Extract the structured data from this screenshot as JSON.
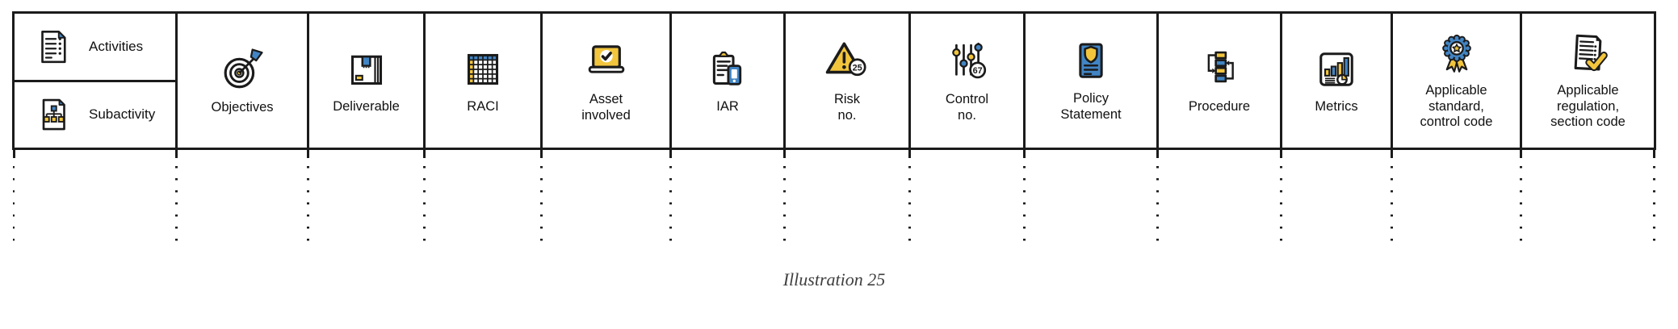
{
  "illustration": {
    "caption": "Illustration 25"
  },
  "table": {
    "first_column": {
      "rows": [
        {
          "label": "Activities",
          "icon": "activities-document-icon"
        },
        {
          "label": "Subactivity",
          "icon": "subactivity-hierarchy-icon"
        }
      ]
    },
    "columns": [
      {
        "label": "Objectives",
        "icon": "objectives-target-icon"
      },
      {
        "label": "Deliverable",
        "icon": "deliverable-box-icon"
      },
      {
        "label": "RACI",
        "icon": "raci-matrix-icon"
      },
      {
        "label": "Asset involved",
        "icon": "asset-laptop-check-icon"
      },
      {
        "label": "IAR",
        "icon": "iar-clipboard-phone-icon"
      },
      {
        "label": "Risk no.",
        "icon": "risk-warning-triangle-icon",
        "badge": "25"
      },
      {
        "label": "Control no.",
        "icon": "control-sliders-icon",
        "badge": "67"
      },
      {
        "label": "Policy Statement",
        "icon": "policy-shield-document-icon"
      },
      {
        "label": "Procedure",
        "icon": "procedure-flowchart-icon"
      },
      {
        "label": "Metrics",
        "icon": "metrics-chart-icon"
      },
      {
        "label": "Applicable standard, control code",
        "icon": "standard-award-badge-icon"
      },
      {
        "label": "Applicable regulation, section code",
        "icon": "regulation-document-check-icon"
      }
    ]
  },
  "colors": {
    "blue": "#4285c4",
    "yellow": "#f2c53d",
    "ink": "#1b1b1b",
    "caption": "#3f3f3f"
  }
}
